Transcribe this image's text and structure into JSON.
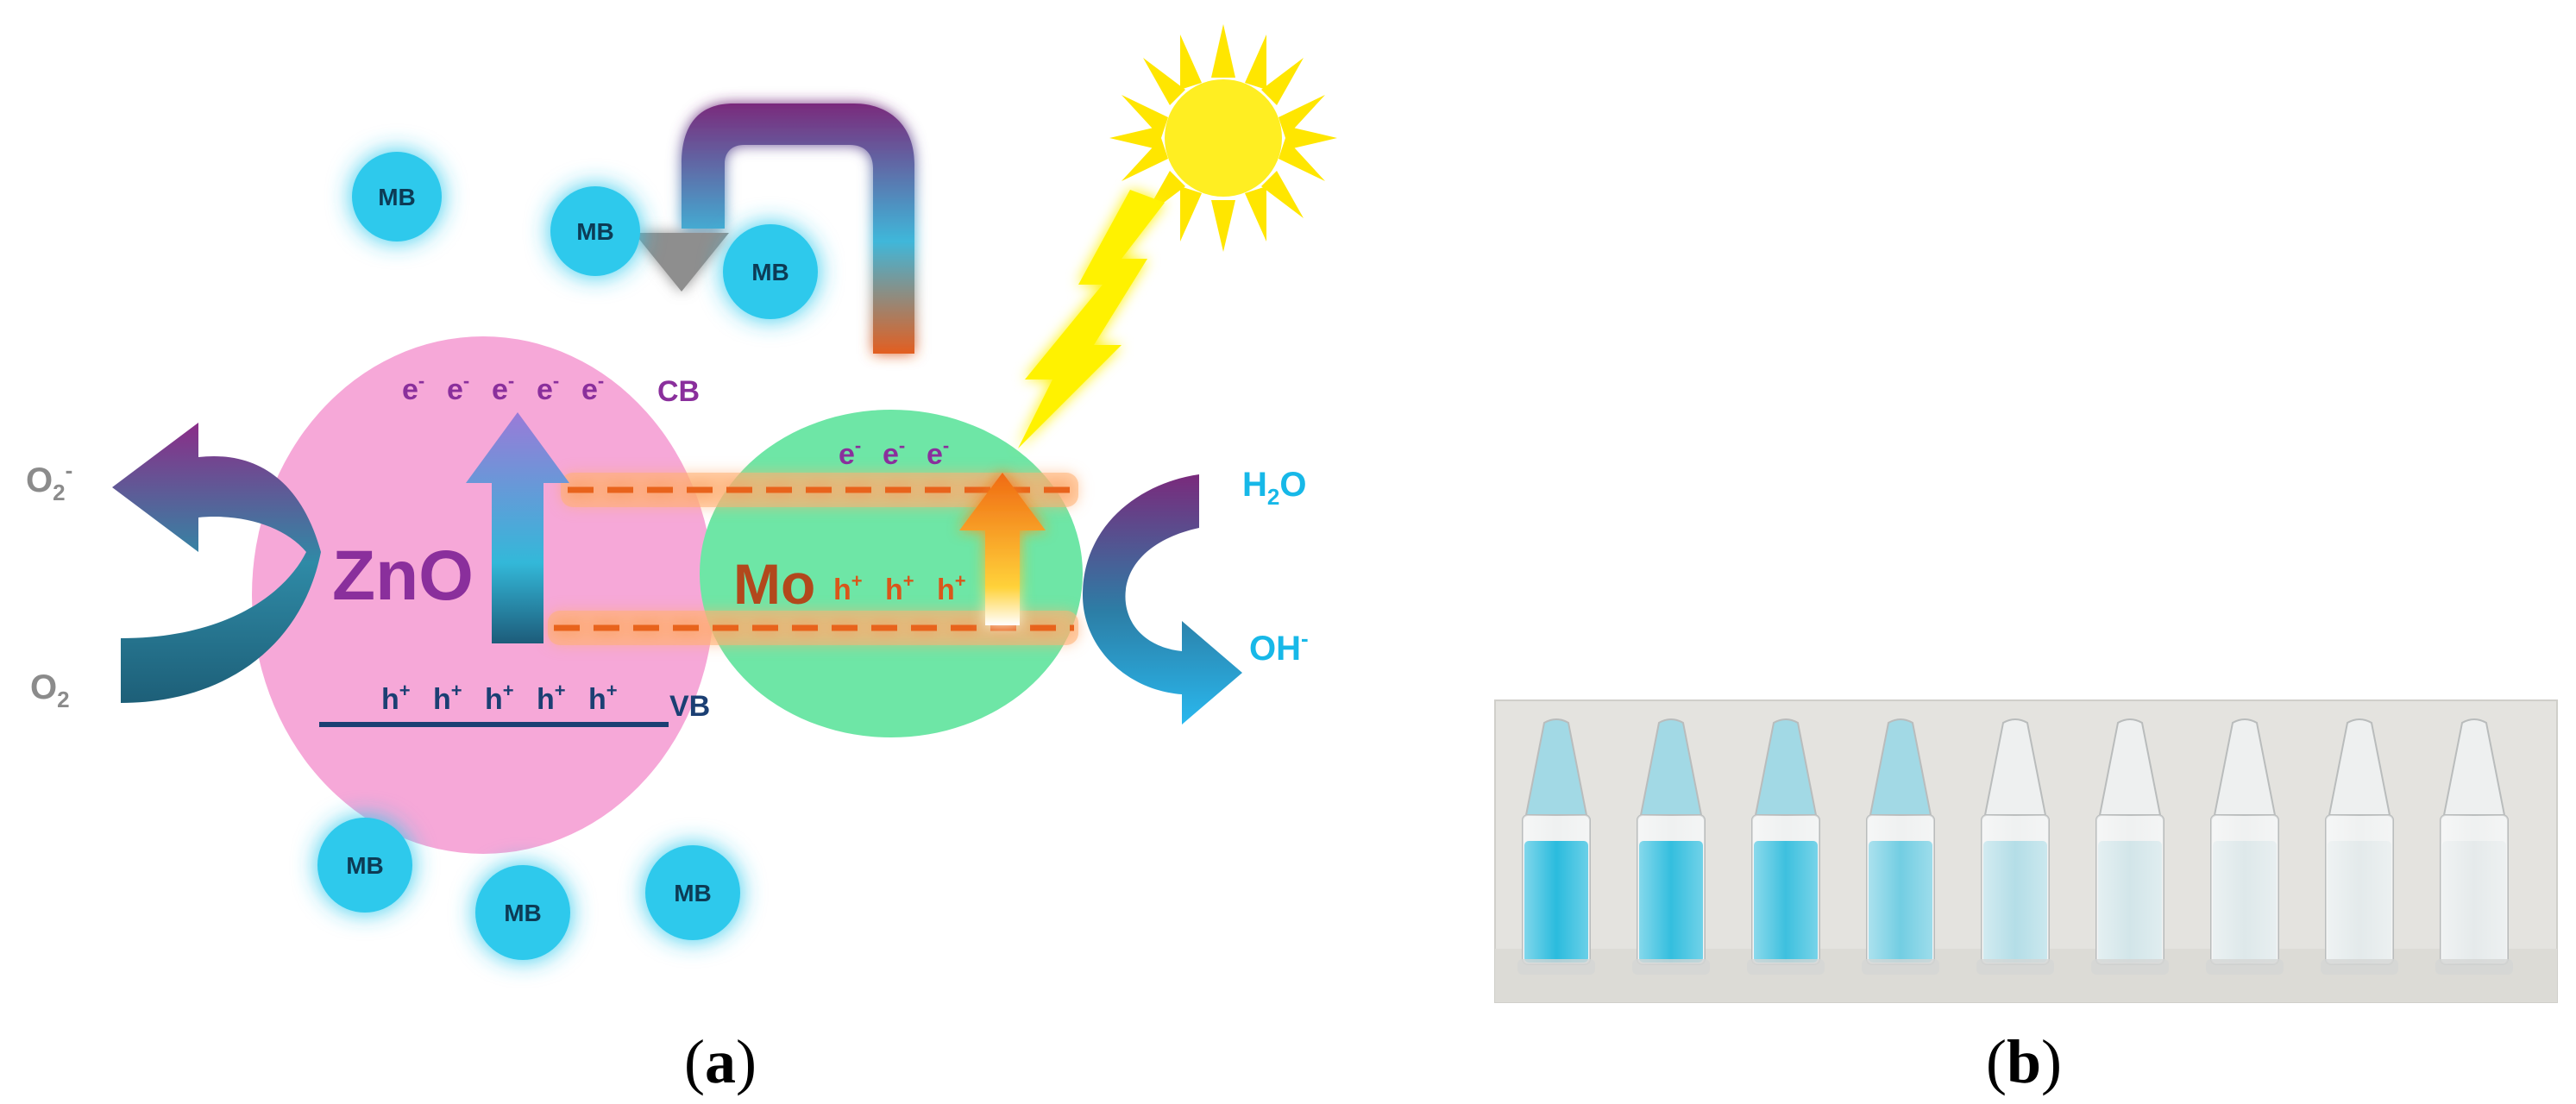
{
  "panel_a": {
    "mb_label": "MB",
    "zno_label": "ZnO",
    "mo_label": "Mo",
    "cb_label": "CB",
    "vb_label": "VB",
    "electron": "e",
    "electron_sup": "-",
    "hole": "h",
    "hole_sup": "+",
    "o2_radical": {
      "base": "O",
      "sub": "2",
      "sup": "-"
    },
    "o2": {
      "base": "O",
      "sub": "2"
    },
    "h2o": {
      "pre": "H",
      "sub": "2",
      "post": "O"
    },
    "oh": {
      "base": "OH",
      "sup": "-"
    },
    "colors": {
      "zno_circle": "#f6a8d8",
      "mo_circle": "#6ee6a6",
      "mb_bubble": "#2ec9ec",
      "glow": "#7fe8ff",
      "band_line": "#a0208c",
      "vb_line": "#1b3f73",
      "mo_band_dashed": "#e8641c",
      "label_purple": "#8a2f9c",
      "label_orange": "#d9561a",
      "label_cyan": "#17b8e8",
      "label_gray": "#8b8b8b",
      "sun": "#ffee22",
      "sun_ray": "#ffe600"
    }
  },
  "panel_b": {
    "tube_count": 9,
    "tube_blue_intensity": [
      1.0,
      0.95,
      0.9,
      0.62,
      0.28,
      0.12,
      0.06,
      0.03,
      0.02
    ],
    "colors": {
      "background": "#e4e3df",
      "liquid": "#1fb8dc",
      "clear": "#e8eaea"
    }
  },
  "captions": {
    "a_open": "(",
    "a_letter": "a",
    "a_close": ")",
    "b_open": "(",
    "b_letter": "b",
    "b_close": ")"
  }
}
